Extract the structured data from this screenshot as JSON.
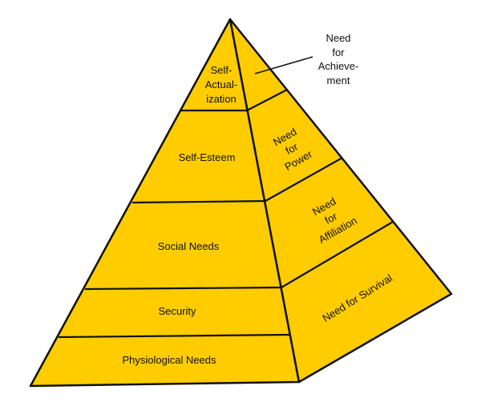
{
  "colors": {
    "fill": "#FFCC00",
    "stroke": "#111111",
    "background": "#FFFFFF"
  },
  "front_levels": {
    "self_actualization": [
      "Self-",
      "Actual-",
      "ization"
    ],
    "self_esteem": "Self-Esteem",
    "social": "Social Needs",
    "security": "Security",
    "physiological": "Physiological Needs"
  },
  "side_levels": {
    "achievement": [
      "Need",
      "for",
      "Achieve-",
      "ment"
    ],
    "power": [
      "Need",
      "for",
      "Power"
    ],
    "affiliation": [
      "Need",
      "for",
      "Affiliation"
    ],
    "survival": "Need for Survival"
  }
}
